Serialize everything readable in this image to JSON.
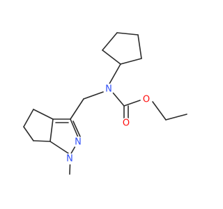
{
  "atoms": {
    "n_carbamate": {
      "label": "N",
      "color": "#3050f8"
    },
    "o_ester": {
      "label": "O",
      "color": "#ff0d0d"
    },
    "o_carbonyl": {
      "label": "O",
      "color": "#ff0d0d"
    },
    "n_pyrazole_2": {
      "label": "N",
      "color": "#3050f8"
    },
    "n_pyrazole_1": {
      "label": "N",
      "color": "#3050f8"
    }
  },
  "colors": {
    "bond": "#2b2b2b",
    "background": "#ffffff"
  }
}
